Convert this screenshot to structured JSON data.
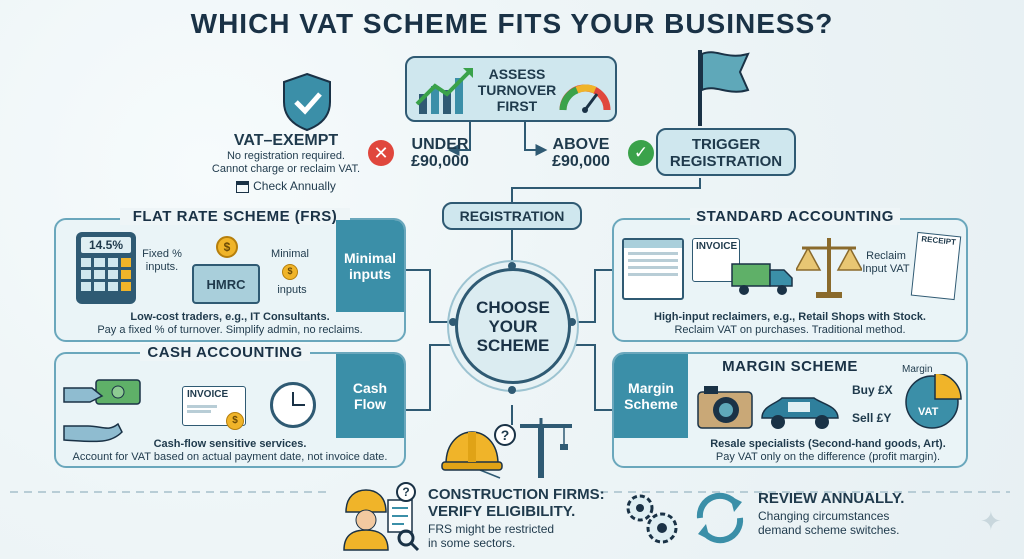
{
  "title": "WHICH VAT SCHEME FITS YOUR BUSINESS?",
  "assess": {
    "line1": "ASSESS",
    "line2": "TURNOVER",
    "line3": "FIRST"
  },
  "under": {
    "line1": "UNDER",
    "line2": "£90,000"
  },
  "above": {
    "line1": "ABOVE",
    "line2": "£90,000"
  },
  "trigger": {
    "line1": "TRIGGER",
    "line2": "REGISTRATION"
  },
  "exempt": {
    "title": "VAT–EXEMPT",
    "desc1": "No registration required.",
    "desc2": "Cannot charge or reclaim VAT.",
    "check": "Check Annually"
  },
  "registration": "REGISTRATION",
  "hub": {
    "line1": "CHOOSE",
    "line2": "YOUR",
    "line3": "SCHEME"
  },
  "frs": {
    "title": "FLAT RATE SCHEME (FRS)",
    "calc": "14.5%",
    "fixed1": "Fixed %",
    "fixed2": "inputs.",
    "hmrc": "HMRC",
    "minimal1": "Minimal",
    "minimal2": "inputs",
    "tag1": "Minimal",
    "tag2": "inputs",
    "desc1": "Low-cost traders, e.g., IT Consultants.",
    "desc2": "Pay a fixed % of turnover. Simplify admin, no reclaims."
  },
  "cash": {
    "title": "CASH ACCOUNTING",
    "invoice": "INVOICE",
    "tag1": "Cash",
    "tag2": "Flow",
    "desc1": "Cash-flow sensitive services.",
    "desc2": "Account for VAT based on actual payment date, not invoice date."
  },
  "standard": {
    "title": "STANDARD ACCOUNTING",
    "invoice": "INVOICE",
    "reclaim1": "Reclaim",
    "reclaim2": "Input VAT",
    "receipt": "RECEIPT",
    "desc1": "High-input reclaimers, e.g., Retail Shops with Stock.",
    "desc2": "Reclaim VAT on purchases. Traditional method."
  },
  "margin": {
    "title": "MARGIN SCHEME",
    "tag1": "Margin",
    "tag2": "Scheme",
    "buy": "Buy £X",
    "sell": "Sell £Y",
    "pie_label": "Margin",
    "pie_vat": "VAT",
    "desc1": "Resale specialists (Second-hand goods, Art).",
    "desc2": "Pay VAT only on the difference (profit margin)."
  },
  "construction": {
    "title1": "CONSTRUCTION FIRMS:",
    "title2": "VERIFY ELIGIBILITY.",
    "desc1": "FRS might be restricted",
    "desc2": "in some sectors."
  },
  "review": {
    "title": "REVIEW ANNUALLY.",
    "desc1": "Changing circumstances",
    "desc2": "demand scheme switches."
  },
  "colors": {
    "accent": "#3b8fa8",
    "dark": "#1a3246",
    "check": "#3aa24a",
    "cross": "#e0473d",
    "coin": "#f0b429"
  }
}
